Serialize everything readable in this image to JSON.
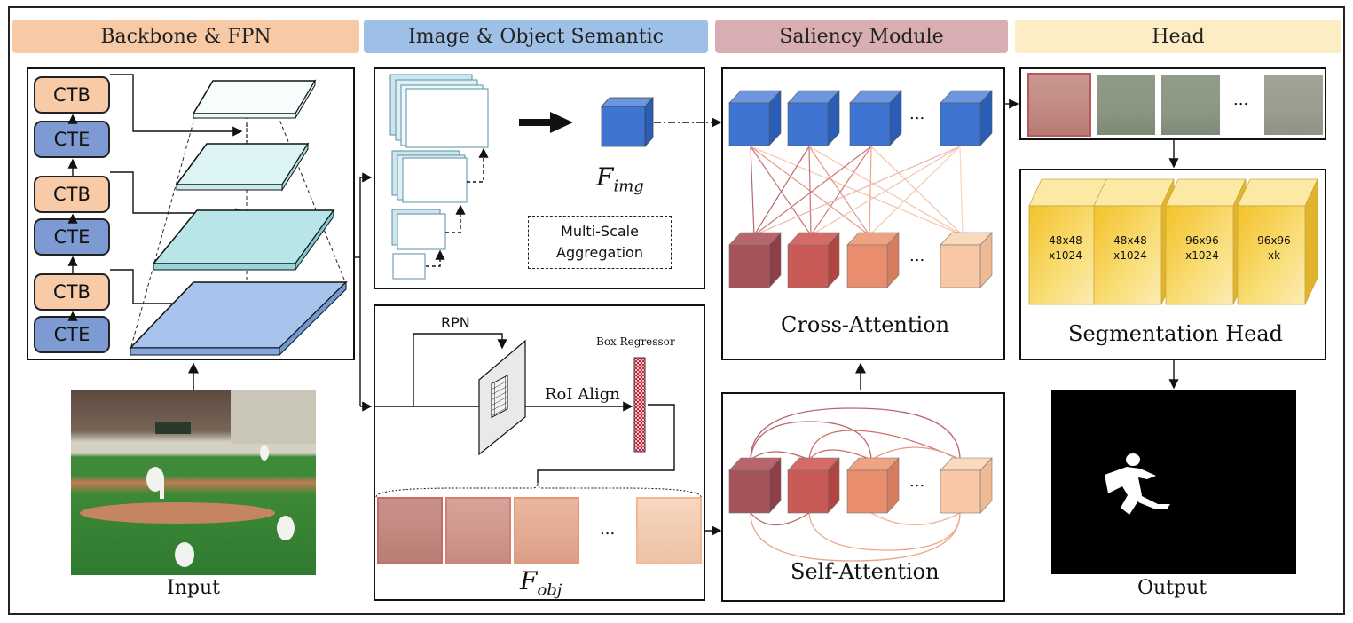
{
  "headers": {
    "backbone": "Backbone & FPN",
    "semantic": "Image & Object Semantic",
    "saliency": "Saliency Module",
    "head": "Head"
  },
  "backbone": {
    "blocks": [
      "CTB",
      "CTE",
      "CTB",
      "CTE",
      "CTB",
      "CTE"
    ],
    "input_label": "Input"
  },
  "semantic": {
    "f_img": "F",
    "f_img_sub": "img",
    "multiscale": [
      "Multi-Scale",
      "Aggregation"
    ],
    "rpn": "RPN",
    "box_regressor": "Box Regressor",
    "roi_align": "RoI Align",
    "f_obj": "F",
    "f_obj_sub": "obj",
    "ellipsis": "..."
  },
  "saliency": {
    "cross_attention": "Cross-Attention",
    "self_attention": "Self-Attention",
    "ellipsis": "..."
  },
  "head": {
    "segmentation_head": "Segmentation Head",
    "output_label": "Output",
    "ellipsis": "...",
    "slabs": [
      [
        "48x48",
        "x1024"
      ],
      [
        "48x48",
        "x1024"
      ],
      [
        "96x96",
        "x1024"
      ],
      [
        "96x96",
        "xk"
      ]
    ]
  },
  "colors": {
    "backbone_header": "#f7c9a5",
    "semantic_header": "#9fc0e6",
    "saliency_header": "#d8aeb2",
    "head_header": "#fdedc4",
    "ctb": "#f7caa8",
    "cte": "#7d9bd2",
    "blue_cube": "#3f74d2",
    "slab": "#f6c82e"
  }
}
